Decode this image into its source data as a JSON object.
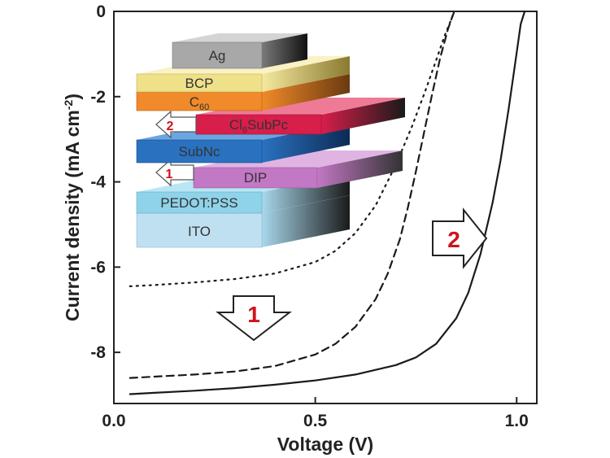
{
  "chart_data": {
    "type": "line",
    "xlabel": "Voltage (V)",
    "ylabel": {
      "main": "Current density (mA cm",
      "superscript": "-2",
      "close": ")"
    },
    "xlim": [
      0.0,
      1.05
    ],
    "ylim": [
      -9.2,
      0
    ],
    "x_ticks": [
      {
        "value": 0.0,
        "label": "0.0"
      },
      {
        "value": 0.5,
        "label": "0.5"
      },
      {
        "value": 1.0,
        "label": "1.0"
      }
    ],
    "y_ticks": [
      {
        "value": 0,
        "label": "0"
      },
      {
        "value": -2,
        "label": "-2"
      },
      {
        "value": -4,
        "label": "-4"
      },
      {
        "value": -6,
        "label": "-6"
      },
      {
        "value": -8,
        "label": "-8"
      }
    ],
    "series": [
      {
        "style": "dotted",
        "x": [
          0.04,
          0.1,
          0.2,
          0.3,
          0.4,
          0.5,
          0.55,
          0.6,
          0.65,
          0.7,
          0.74,
          0.77,
          0.8,
          0.82,
          0.835,
          0.845
        ],
        "y": [
          -6.45,
          -6.42,
          -6.36,
          -6.28,
          -6.15,
          -5.88,
          -5.62,
          -5.2,
          -4.55,
          -3.6,
          -2.7,
          -1.95,
          -1.15,
          -0.6,
          -0.25,
          0.0
        ]
      },
      {
        "style": "dashed",
        "x": [
          0.04,
          0.1,
          0.2,
          0.3,
          0.4,
          0.5,
          0.55,
          0.6,
          0.65,
          0.68,
          0.71,
          0.73,
          0.75,
          0.77,
          0.79,
          0.81,
          0.83,
          0.845
        ],
        "y": [
          -8.6,
          -8.57,
          -8.52,
          -8.45,
          -8.32,
          -8.05,
          -7.8,
          -7.4,
          -6.75,
          -6.15,
          -5.35,
          -4.6,
          -3.75,
          -2.85,
          -1.95,
          -1.1,
          -0.4,
          0.0
        ]
      },
      {
        "style": "solid",
        "x": [
          0.04,
          0.1,
          0.2,
          0.3,
          0.4,
          0.5,
          0.6,
          0.7,
          0.75,
          0.8,
          0.85,
          0.88,
          0.91,
          0.94,
          0.96,
          0.98,
          0.995,
          1.01,
          1.02
        ],
        "y": [
          -8.98,
          -8.95,
          -8.9,
          -8.84,
          -8.76,
          -8.66,
          -8.52,
          -8.3,
          -8.12,
          -7.8,
          -7.2,
          -6.6,
          -5.7,
          -4.5,
          -3.5,
          -2.3,
          -1.3,
          -0.3,
          0.0
        ]
      }
    ],
    "annotations": {
      "arrow_1": "1",
      "arrow_2": "2"
    },
    "inset": {
      "layers": [
        {
          "label": "Ag",
          "color": "#a8a8a8"
        },
        {
          "label": "BCP",
          "color": "#efe08a"
        },
        {
          "label": "C",
          "sub": "60",
          "color": "#f08a2a"
        },
        {
          "label": "Cl",
          "sub": "6",
          "label_end": "SubPc",
          "color": "#d81e4a"
        },
        {
          "label": "SubNc",
          "color": "#2a72c0"
        },
        {
          "label": "DIP",
          "color": "#c278c4"
        },
        {
          "label": "PEDOT:PSS",
          "color": "#8fd3ea"
        },
        {
          "label": "ITO",
          "color": "#bfe0f0"
        }
      ],
      "arrow_2": "2",
      "arrow_1": "1"
    }
  }
}
